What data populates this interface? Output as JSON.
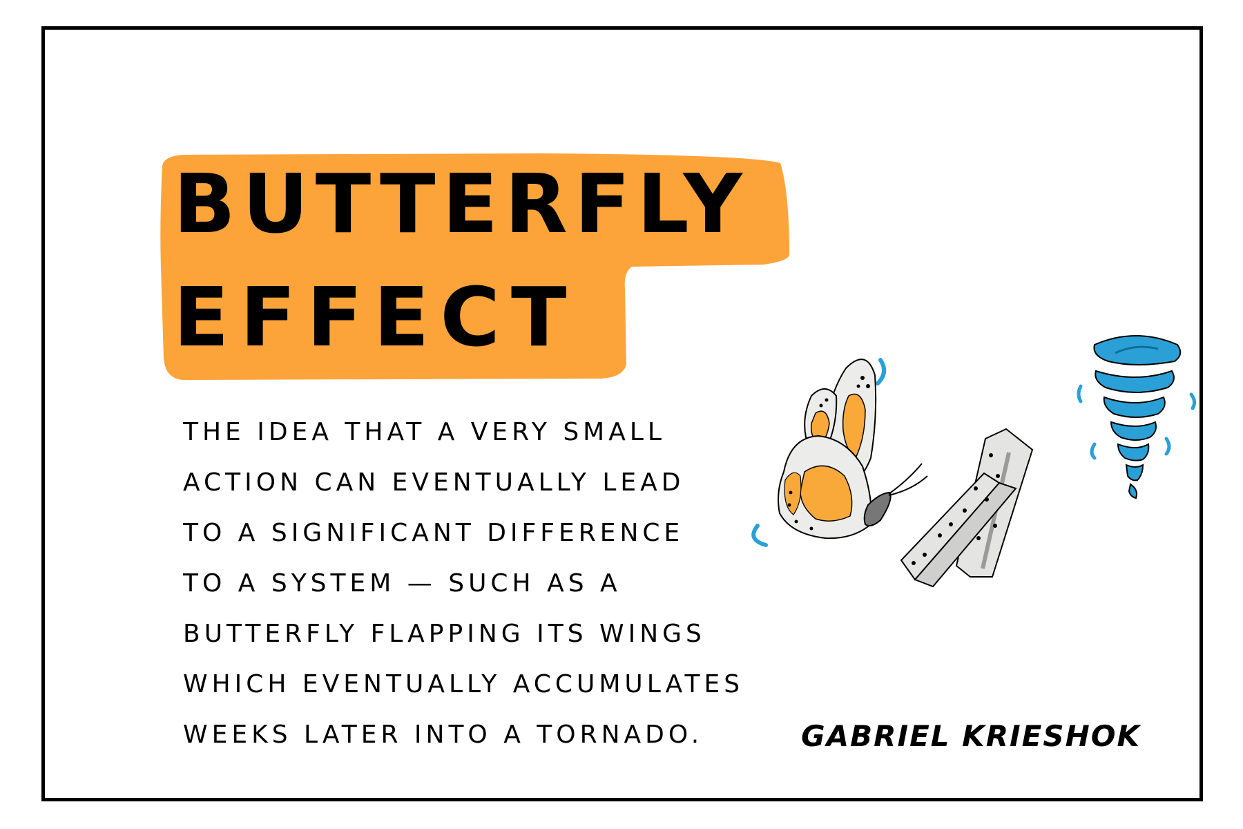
{
  "title": {
    "line1": "BUTTERFLY",
    "line2": "EFFECT"
  },
  "description": {
    "lines": [
      "THE IDEA THAT A VERY SMALL",
      "ACTION CAN EVENTUALLY LEAD",
      "TO A SIGNIFICANT DIFFERENCE",
      "TO A SYSTEM — SUCH AS A",
      "BUTTERFLY FLAPPING ITS WINGS",
      "WHICH EVENTUALLY ACCUMULATES",
      "WEEKS LATER INTO A TORNADO."
    ]
  },
  "signature": "GABRIEL KRIESHOK",
  "colors": {
    "highlight": "#FCA43A",
    "tornado": "#2AA0D6",
    "butterfly_orange": "#F9A93A",
    "domino": "#E4E5E3",
    "frame": "#000000"
  },
  "icons": [
    "butterfly-icon",
    "falling-dominoes-icon",
    "tornado-icon"
  ]
}
